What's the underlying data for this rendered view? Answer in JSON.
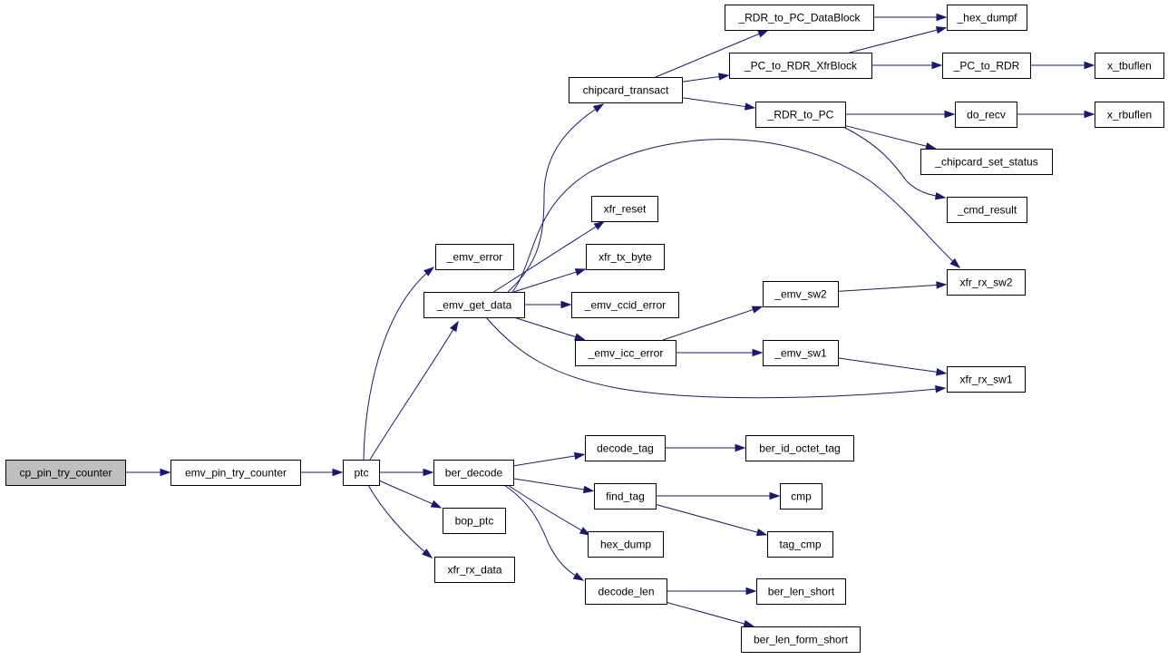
{
  "colors": {
    "edge": "#191970",
    "root_fill": "#bfbfbf",
    "node_fill": "#ffffff",
    "node_border": "#000000"
  },
  "nodes": [
    {
      "id": "cp_pin_try_counter",
      "label": "cp_pin_try_counter",
      "root": true
    },
    {
      "id": "emv_pin_try_counter",
      "label": "emv_pin_try_counter"
    },
    {
      "id": "ptc",
      "label": "ptc"
    },
    {
      "id": "_emv_error",
      "label": "_emv_error"
    },
    {
      "id": "_emv_get_data",
      "label": "_emv_get_data"
    },
    {
      "id": "ber_decode",
      "label": "ber_decode"
    },
    {
      "id": "bop_ptc",
      "label": "bop_ptc"
    },
    {
      "id": "xfr_rx_data",
      "label": "xfr_rx_data"
    },
    {
      "id": "chipcard_transact",
      "label": "chipcard_transact"
    },
    {
      "id": "xfr_reset",
      "label": "xfr_reset"
    },
    {
      "id": "xfr_tx_byte",
      "label": "xfr_tx_byte"
    },
    {
      "id": "_emv_ccid_error",
      "label": "_emv_ccid_error"
    },
    {
      "id": "_emv_icc_error",
      "label": "_emv_icc_error"
    },
    {
      "id": "decode_tag",
      "label": "decode_tag"
    },
    {
      "id": "find_tag",
      "label": "find_tag"
    },
    {
      "id": "hex_dump",
      "label": "hex_dump"
    },
    {
      "id": "decode_len",
      "label": "decode_len"
    },
    {
      "id": "_RDR_to_PC_DataBlock",
      "label": "_RDR_to_PC_DataBlock"
    },
    {
      "id": "_PC_to_RDR_XfrBlock",
      "label": "_PC_to_RDR_XfrBlock"
    },
    {
      "id": "_RDR_to_PC",
      "label": "_RDR_to_PC"
    },
    {
      "id": "_emv_sw2",
      "label": "_emv_sw2"
    },
    {
      "id": "_emv_sw1",
      "label": "_emv_sw1"
    },
    {
      "id": "ber_id_octet_tag",
      "label": "ber_id_octet_tag"
    },
    {
      "id": "cmp",
      "label": "cmp"
    },
    {
      "id": "tag_cmp",
      "label": "tag_cmp"
    },
    {
      "id": "ber_len_short",
      "label": "ber_len_short"
    },
    {
      "id": "ber_len_form_short",
      "label": "ber_len_form_short"
    },
    {
      "id": "_hex_dumpf",
      "label": "_hex_dumpf"
    },
    {
      "id": "_PC_to_RDR",
      "label": "_PC_to_RDR"
    },
    {
      "id": "do_recv",
      "label": "do_recv"
    },
    {
      "id": "_chipcard_set_status",
      "label": "_chipcard_set_status"
    },
    {
      "id": "_cmd_result",
      "label": "_cmd_result"
    },
    {
      "id": "xfr_rx_sw2",
      "label": "xfr_rx_sw2"
    },
    {
      "id": "xfr_rx_sw1",
      "label": "xfr_rx_sw1"
    },
    {
      "id": "x_tbuflen",
      "label": "x_tbuflen"
    },
    {
      "id": "x_rbuflen",
      "label": "x_rbuflen"
    }
  ],
  "edges": [
    {
      "from": "cp_pin_try_counter",
      "to": "emv_pin_try_counter"
    },
    {
      "from": "emv_pin_try_counter",
      "to": "ptc"
    },
    {
      "from": "ptc",
      "to": "_emv_error"
    },
    {
      "from": "ptc",
      "to": "_emv_get_data"
    },
    {
      "from": "ptc",
      "to": "ber_decode"
    },
    {
      "from": "ptc",
      "to": "bop_ptc"
    },
    {
      "from": "ptc",
      "to": "xfr_rx_data"
    },
    {
      "from": "_emv_get_data",
      "to": "chipcard_transact"
    },
    {
      "from": "_emv_get_data",
      "to": "xfr_reset"
    },
    {
      "from": "_emv_get_data",
      "to": "xfr_tx_byte"
    },
    {
      "from": "_emv_get_data",
      "to": "_emv_ccid_error"
    },
    {
      "from": "_emv_get_data",
      "to": "_emv_icc_error"
    },
    {
      "from": "_emv_get_data",
      "to": "xfr_rx_sw2"
    },
    {
      "from": "_emv_get_data",
      "to": "xfr_rx_sw1"
    },
    {
      "from": "chipcard_transact",
      "to": "_RDR_to_PC_DataBlock"
    },
    {
      "from": "chipcard_transact",
      "to": "_PC_to_RDR_XfrBlock"
    },
    {
      "from": "chipcard_transact",
      "to": "_RDR_to_PC"
    },
    {
      "from": "_RDR_to_PC_DataBlock",
      "to": "_hex_dumpf"
    },
    {
      "from": "_PC_to_RDR_XfrBlock",
      "to": "_hex_dumpf"
    },
    {
      "from": "_PC_to_RDR_XfrBlock",
      "to": "_PC_to_RDR"
    },
    {
      "from": "_PC_to_RDR",
      "to": "x_tbuflen"
    },
    {
      "from": "_RDR_to_PC",
      "to": "do_recv"
    },
    {
      "from": "_RDR_to_PC",
      "to": "_chipcard_set_status"
    },
    {
      "from": "_RDR_to_PC",
      "to": "_cmd_result"
    },
    {
      "from": "do_recv",
      "to": "x_rbuflen"
    },
    {
      "from": "_emv_icc_error",
      "to": "_emv_sw2"
    },
    {
      "from": "_emv_icc_error",
      "to": "_emv_sw1"
    },
    {
      "from": "_emv_sw2",
      "to": "xfr_rx_sw2"
    },
    {
      "from": "_emv_sw1",
      "to": "xfr_rx_sw1"
    },
    {
      "from": "ber_decode",
      "to": "decode_tag"
    },
    {
      "from": "ber_decode",
      "to": "find_tag"
    },
    {
      "from": "ber_decode",
      "to": "hex_dump"
    },
    {
      "from": "ber_decode",
      "to": "decode_len"
    },
    {
      "from": "decode_tag",
      "to": "ber_id_octet_tag"
    },
    {
      "from": "find_tag",
      "to": "cmp"
    },
    {
      "from": "find_tag",
      "to": "tag_cmp"
    },
    {
      "from": "decode_len",
      "to": "ber_len_short"
    },
    {
      "from": "decode_len",
      "to": "ber_len_form_short"
    }
  ]
}
